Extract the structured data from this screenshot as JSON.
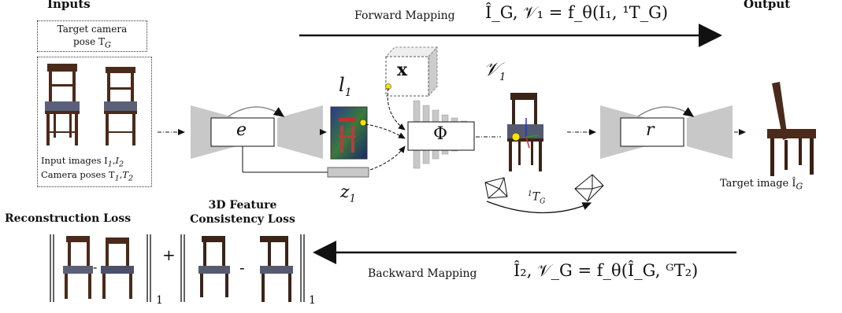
{
  "inputs": {
    "title": "Inputs",
    "target_pose_line1": "Target camera",
    "target_pose_line2": "pose T",
    "target_pose_sub": "G",
    "input_images_label": "Input images I",
    "camera_poses_label": "Camera poses T"
  },
  "output": {
    "title": "Output",
    "target_image_label": "Target image Î",
    "target_image_sub": "G"
  },
  "forward": {
    "label": "Forward Mapping",
    "equation": "Î_G, 𝒱₁ = f_θ(I₁, ¹T_G)"
  },
  "backward": {
    "label": "Backward Mapping",
    "equation": "Î₂, 𝒱_G = f_θ(Î_G, ᴳT₂)"
  },
  "modules": {
    "encoder": "e",
    "renderer": "r",
    "mlp": "Φ",
    "feature_map": "l",
    "feature_map_sub": "1",
    "latent": "z",
    "latent_sub": "1",
    "point": "x",
    "volume": "𝒱",
    "volume_sub": "1",
    "relative_pose": "T",
    "relative_pose_sup": "1",
    "relative_pose_sub": "G"
  },
  "losses": {
    "reconstruction": "Reconstruction Loss",
    "feature_line1": "3D Feature",
    "feature_line2": "Consistency Loss",
    "minus": "-",
    "plus": "+",
    "norm_sub": "1"
  },
  "colors": {
    "encoder_fill": "#c8c8c8",
    "chair_wood": "#4a2a1a",
    "seat": "#5a6078",
    "accent_yellow": "#f5e400"
  }
}
